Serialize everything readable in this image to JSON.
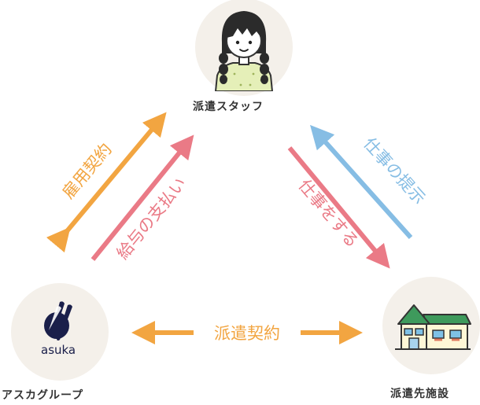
{
  "nodes": {
    "staff": {
      "label": "派遣スタッフ"
    },
    "asuka": {
      "label": "アスカグループ",
      "logo_text": "asuka"
    },
    "facility": {
      "label": "派遣先施設"
    }
  },
  "relations": {
    "employment": "雇用契約",
    "salary": "給与の支払い",
    "work_offer": "仕事の提示",
    "do_work": "仕事をする",
    "dispatch": "派遣契約"
  },
  "colors": {
    "orange": "#f2a541",
    "pink": "#ea7a86",
    "blue": "#86bde4",
    "circle_bg": "#f4f0ea",
    "asuka_navy": "#1a1f4a",
    "roof_green": "#3e9a5c"
  }
}
